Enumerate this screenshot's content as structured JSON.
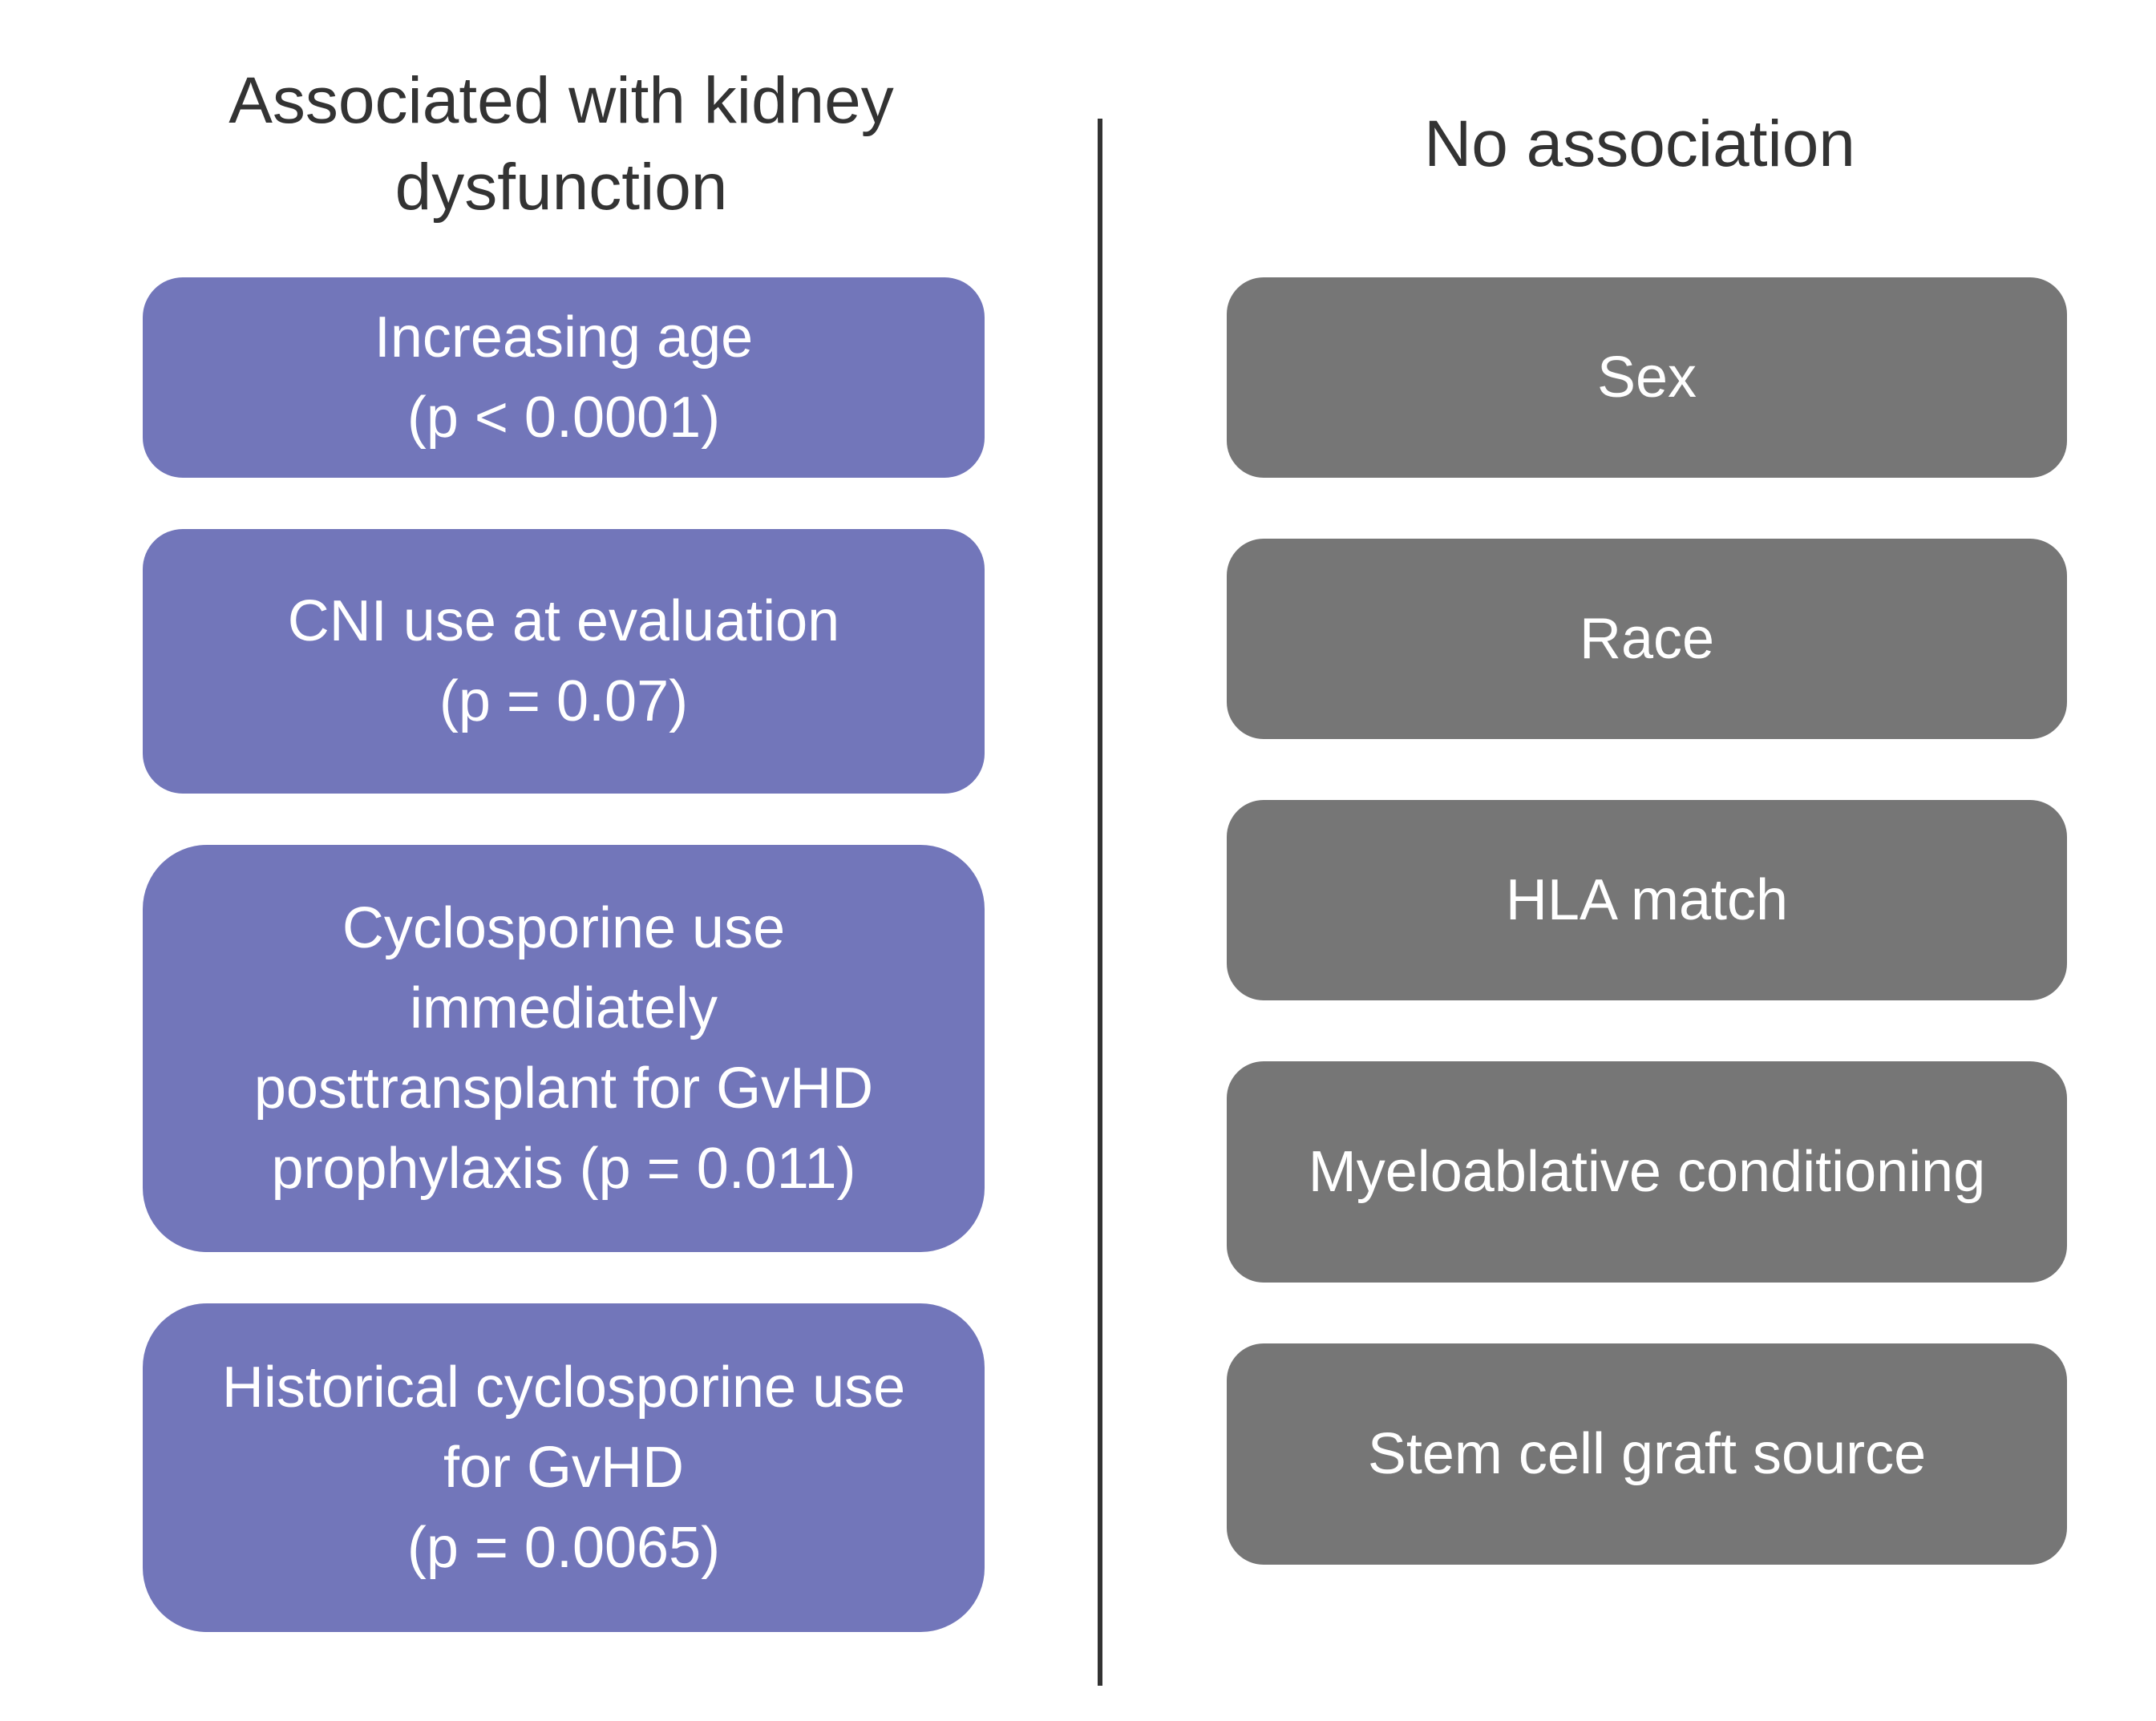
{
  "left_column": {
    "heading": [
      "Associated with kidney",
      "dysfunction"
    ],
    "items": [
      {
        "lines": [
          "Increasing age",
          "(p < 0.0001)"
        ]
      },
      {
        "lines": [
          "CNI use at evaluation",
          "(p = 0.07)"
        ]
      },
      {
        "lines": [
          "Cyclosporine use",
          "immediately",
          "posttransplant for GvHD",
          "prophylaxis (p = 0.011)"
        ]
      },
      {
        "lines": [
          "Historical cyclosporine use",
          "for GvHD",
          "(p = 0.0065)"
        ]
      }
    ]
  },
  "right_column": {
    "heading": [
      "No association"
    ],
    "items": [
      {
        "lines": [
          "Sex"
        ]
      },
      {
        "lines": [
          "Race"
        ]
      },
      {
        "lines": [
          "HLA match"
        ]
      },
      {
        "lines": [
          "Myeloablative conditioning"
        ]
      },
      {
        "lines": [
          "Stem cell graft source"
        ]
      }
    ]
  },
  "colors": {
    "associated_box": "#7276ba",
    "no_association_box": "#767676",
    "heading_text": "#333333",
    "box_text": "#ffffff"
  }
}
